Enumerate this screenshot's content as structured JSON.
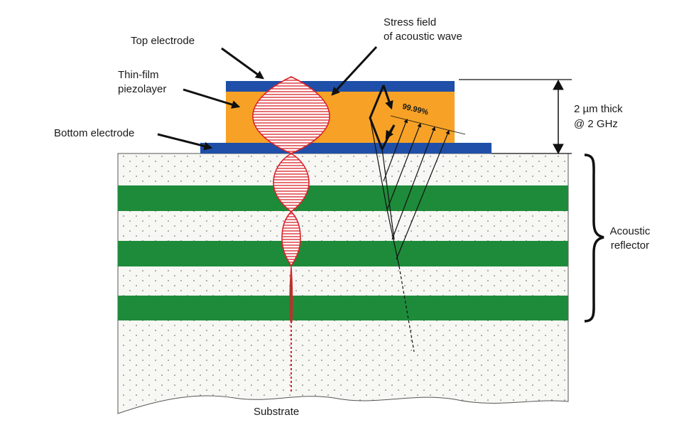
{
  "labels": {
    "top_electrode": "Top electrode",
    "stress_field_line1": "Stress field",
    "stress_field_line2": "of acoustic wave",
    "piezo_line1": "Thin-film",
    "piezo_line2": "piezolayer",
    "bottom_electrode": "Bottom electrode",
    "thickness_line1": "2 µm thick",
    "thickness_line2": "@ 2 GHz",
    "reflector_line1": "Acoustic",
    "reflector_line2": "reflector",
    "substrate": "Substrate",
    "reflectance": "99.99%"
  },
  "colors": {
    "electrode": "#1f4fa8",
    "piezolayer": "#f7a226",
    "reflector_layer": "#1e8b3a",
    "stress_field": "#d9232a",
    "substrate_fill": "#f7f7f4"
  }
}
